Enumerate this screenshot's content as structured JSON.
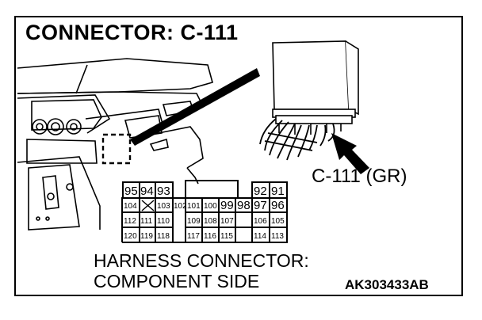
{
  "title": "CONNECTOR: C-111",
  "connector_label": "C-111 (GR)",
  "caption_line1": "HARNESS CONNECTOR:",
  "caption_line2": "COMPONENT SIDE",
  "figure_code": "AK303433AB",
  "pins": {
    "left_row1": [
      "95",
      "94",
      "93"
    ],
    "left_row2": [
      "104",
      "103"
    ],
    "left_row3": [
      "112",
      "111",
      "110"
    ],
    "left_row4": [
      "120",
      "119",
      "118"
    ],
    "center_single": "102",
    "middle_row2": [
      "101",
      "100",
      "99",
      "98"
    ],
    "middle_row3": [
      "109",
      "108",
      "107"
    ],
    "middle_row4": [
      "117",
      "116",
      "115"
    ],
    "right_row1": [
      "92",
      "91"
    ],
    "right_row2": [
      "97",
      "96"
    ],
    "right_row3": [
      "106",
      "105"
    ],
    "right_row4": [
      "114",
      "113"
    ]
  }
}
